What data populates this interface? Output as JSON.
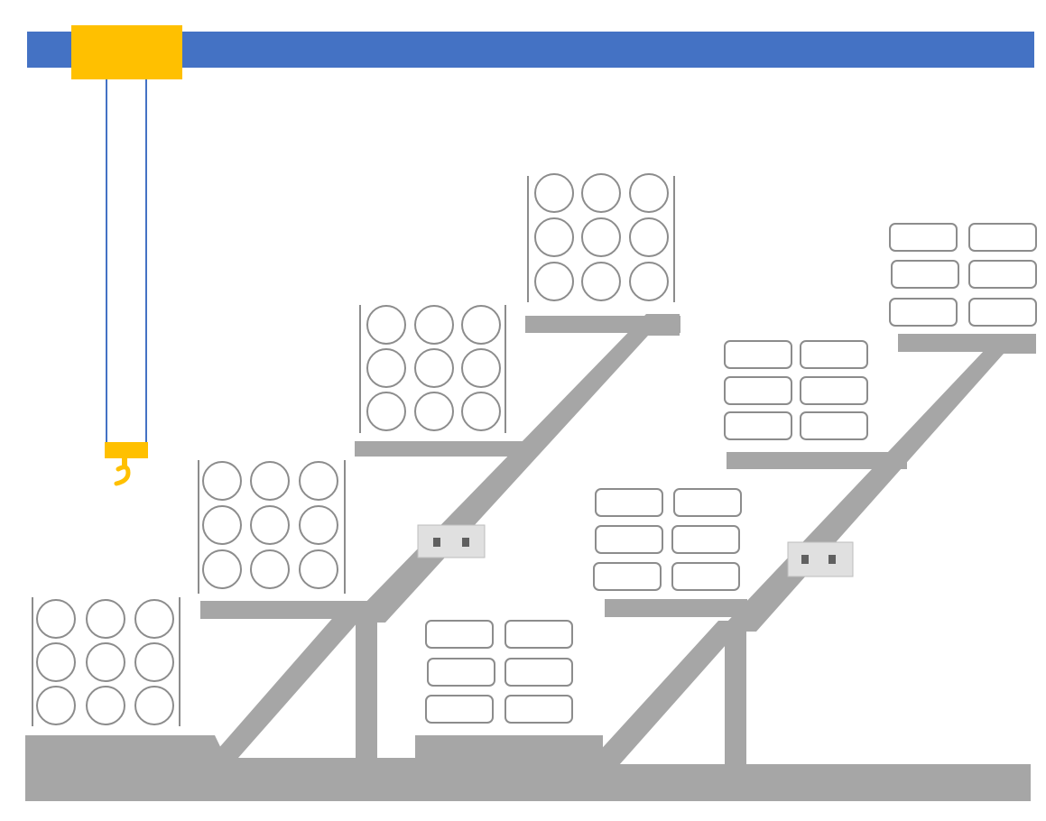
{
  "colors": {
    "rail": "#4472c4",
    "trolley": "#ffc000",
    "hook": "#ffc000",
    "cable": "#4472c4",
    "steel": "#a6a6a6",
    "outline": "#8c8c8c",
    "bracket": "#e0e0e0",
    "bolt": "#606060"
  },
  "icons": {
    "crane": "overhead-crane-icon",
    "hook": "crane-hook-icon",
    "pipe": "pipe-bundle-icon",
    "box": "box-stack-icon"
  },
  "stacks": {
    "pipe_bundles": 4,
    "box_stacks": 4,
    "rows": 3,
    "columns_per_stack": 3
  }
}
